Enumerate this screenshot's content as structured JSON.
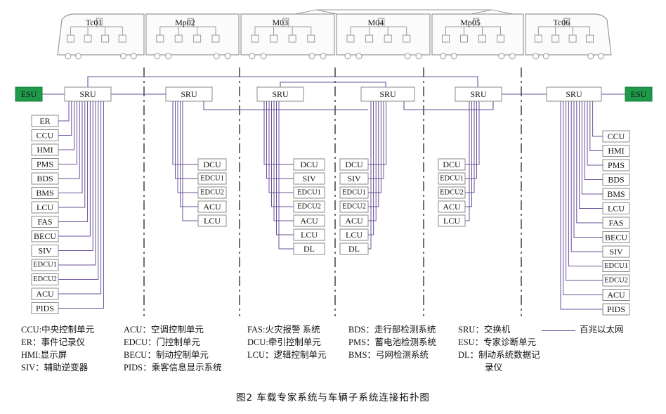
{
  "figure": {
    "caption": "图2   车载专家系统与车辆子系统连接拓扑图"
  },
  "colors": {
    "network_line": "#6a4f9a",
    "esu_fill": "#1f9a4b",
    "box_border": "#8a8a8a",
    "train_stroke": "#9a9a9a"
  },
  "cars": [
    {
      "name": "Tc01"
    },
    {
      "name": "Mp02"
    },
    {
      "name": "M03"
    },
    {
      "name": "M04"
    },
    {
      "name": "Mp05"
    },
    {
      "name": "Tc06"
    }
  ],
  "esu": {
    "left": "ESU",
    "right": "ESU"
  },
  "sru_label": "SRU",
  "subsystems": {
    "tc01": [
      "ER",
      "CCU",
      "HMI",
      "PMS",
      "BDS",
      "BMS",
      "LCU",
      "FAS",
      "BECU",
      "SIV",
      "EDCU1",
      "EDCU2",
      "ACU",
      "PIDS"
    ],
    "mp02": [
      "DCU",
      "EDCU1",
      "EDCU2",
      "ACU",
      "LCU"
    ],
    "m03": [
      "DCU",
      "SIV",
      "EDCU1",
      "EDCU2",
      "ACU",
      "LCU",
      "DL"
    ],
    "m04": [
      "DCU",
      "SIV",
      "EDCU1",
      "EDCU2",
      "ACU",
      "LCU",
      "DL"
    ],
    "mp05": [
      "DCU",
      "EDCU1",
      "EDCU2",
      "ACU",
      "LCU"
    ],
    "tc06": [
      "CCU",
      "HMI",
      "PMS",
      "BDS",
      "BMS",
      "LCU",
      "FAS",
      "BECU",
      "SIV",
      "EDCU1",
      "EDCU2",
      "ACU",
      "PIDS"
    ]
  },
  "legend": {
    "col1": [
      "CCU:中央控制单元",
      "ER：事件记录仪",
      "HMI:显示屏",
      "SIV：辅助逆变器"
    ],
    "col2": [
      "ACU：空调控制单元",
      "EDCU：门控制单元",
      "BECU：制动控制单元",
      "PIDS：乘客信息显示系统"
    ],
    "col3": [
      "FAS:火灾报警  系统",
      "DCU:牵引控制单元",
      "LCU：逻辑控制单元"
    ],
    "col4": [
      "BDS：走行部检测系统",
      "PMS：蓄电池检测系统",
      "BMS：弓网检测系统"
    ],
    "col5": [
      "SRU：交换机",
      "ESU：专家诊断单元",
      "DL：制动系统数据记",
      "录仪"
    ],
    "ethernet_label": "百兆以太网"
  }
}
